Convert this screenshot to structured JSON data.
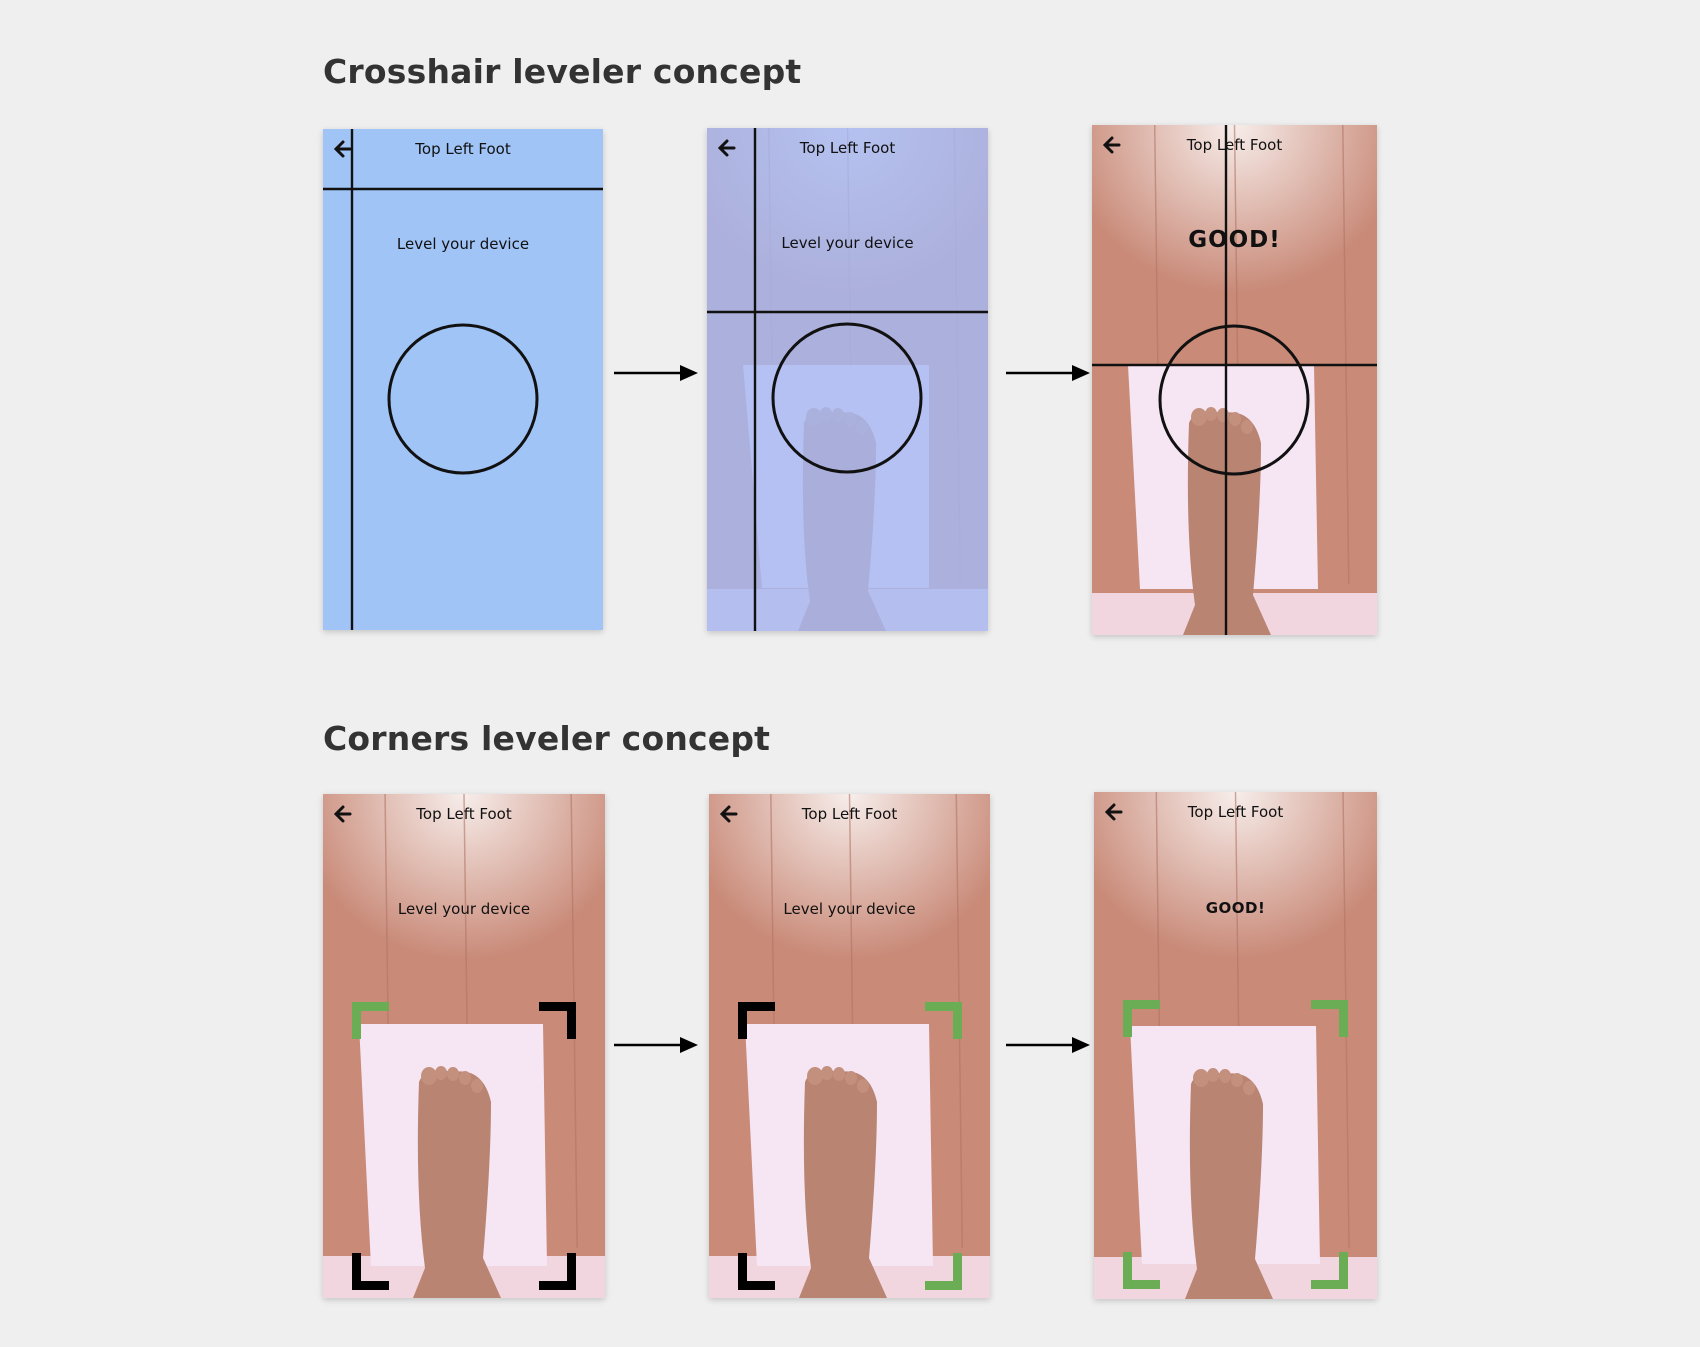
{
  "sections": [
    {
      "title": "Crosshair leveler concept",
      "screens": [
        {
          "header": "Top Left Foot",
          "message": "Level your device",
          "style": "crosshair",
          "background": "blue"
        },
        {
          "header": "Top Left Foot",
          "message": "Level your device",
          "style": "crosshair",
          "background": "blue-camera"
        },
        {
          "header": "Top Left Foot",
          "message": "GOOD!",
          "style": "crosshair",
          "background": "camera"
        }
      ]
    },
    {
      "title": "Corners leveler concept",
      "screens": [
        {
          "header": "Top Left Foot",
          "message": "Level your device",
          "style": "corners",
          "corner_states": [
            "green",
            "black",
            "black",
            "black"
          ]
        },
        {
          "header": "Top Left Foot",
          "message": "Level your device",
          "style": "corners",
          "corner_states": [
            "black",
            "green",
            "black",
            "green"
          ]
        },
        {
          "header": "Top Left Foot",
          "message": "GOOD!",
          "style": "corners",
          "corner_states": [
            "green",
            "green",
            "green",
            "green"
          ]
        }
      ]
    }
  ],
  "icons": {
    "back": "arrow-left-icon",
    "flow": "arrow-right-icon"
  },
  "colors": {
    "page_background": "#efefef",
    "blue_overlay": "#a0c4f6",
    "camera_wood": "#c98a78",
    "paper": "#f6e6f4",
    "corner_green": "#6aad55",
    "corner_black": "#000000"
  }
}
